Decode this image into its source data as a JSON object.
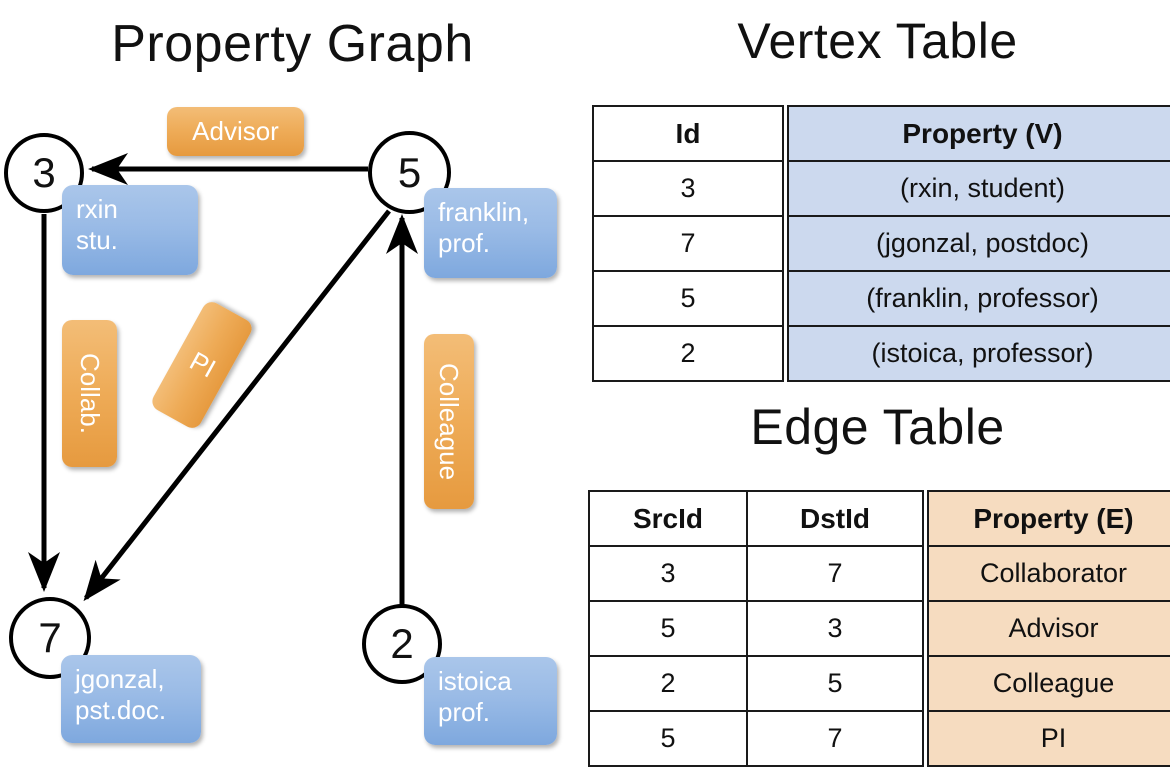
{
  "titles": {
    "property_graph": "Property Graph",
    "vertex_table": "Vertex Table",
    "edge_table": "Edge Table"
  },
  "graph": {
    "nodes": [
      {
        "id": "3",
        "label": "3",
        "property_lines": [
          "rxin",
          "stu."
        ]
      },
      {
        "id": "5",
        "label": "5",
        "property_lines": [
          "franklin,",
          "prof."
        ]
      },
      {
        "id": "7",
        "label": "7",
        "property_lines": [
          "jgonzal,",
          "pst.doc."
        ]
      },
      {
        "id": "2",
        "label": "2",
        "property_lines": [
          "istoica",
          "prof."
        ]
      }
    ],
    "edge_labels": [
      {
        "name": "advisor",
        "text": "Advisor",
        "orientation": "horizontal"
      },
      {
        "name": "collab",
        "text": "Collab.",
        "orientation": "vertical"
      },
      {
        "name": "pi",
        "text": "PI",
        "orientation": "diagonal"
      },
      {
        "name": "colleague",
        "text": "Colleague",
        "orientation": "vertical"
      }
    ],
    "edges": [
      {
        "from": "5",
        "to": "3",
        "label": "Advisor"
      },
      {
        "from": "3",
        "to": "7",
        "label": "Collab."
      },
      {
        "from": "5",
        "to": "7",
        "label": "PI"
      },
      {
        "from": "2",
        "to": "5",
        "label": "Colleague"
      }
    ]
  },
  "vertex_table": {
    "headers": [
      "Id",
      "Property (V)"
    ],
    "rows": [
      {
        "id": "3",
        "property": "(rxin, student)"
      },
      {
        "id": "7",
        "property": "(jgonzal, postdoc)"
      },
      {
        "id": "5",
        "property": "(franklin, professor)"
      },
      {
        "id": "2",
        "property": "(istoica, professor)"
      }
    ]
  },
  "edge_table": {
    "headers": [
      "SrcId",
      "DstId",
      "Property (E)"
    ],
    "rows": [
      {
        "src": "3",
        "dst": "7",
        "property": "Collaborator"
      },
      {
        "src": "5",
        "dst": "3",
        "property": "Advisor"
      },
      {
        "src": "2",
        "dst": "5",
        "property": "Colleague"
      },
      {
        "src": "5",
        "dst": "7",
        "property": "PI"
      }
    ]
  },
  "colors": {
    "vertex_property_fill": "#ccd9ee",
    "edge_property_fill": "#f6dcc0",
    "node_callout": "#9abbe6",
    "edge_chip": "#eeab57",
    "stroke": "#000000",
    "background": "#ffffff"
  }
}
